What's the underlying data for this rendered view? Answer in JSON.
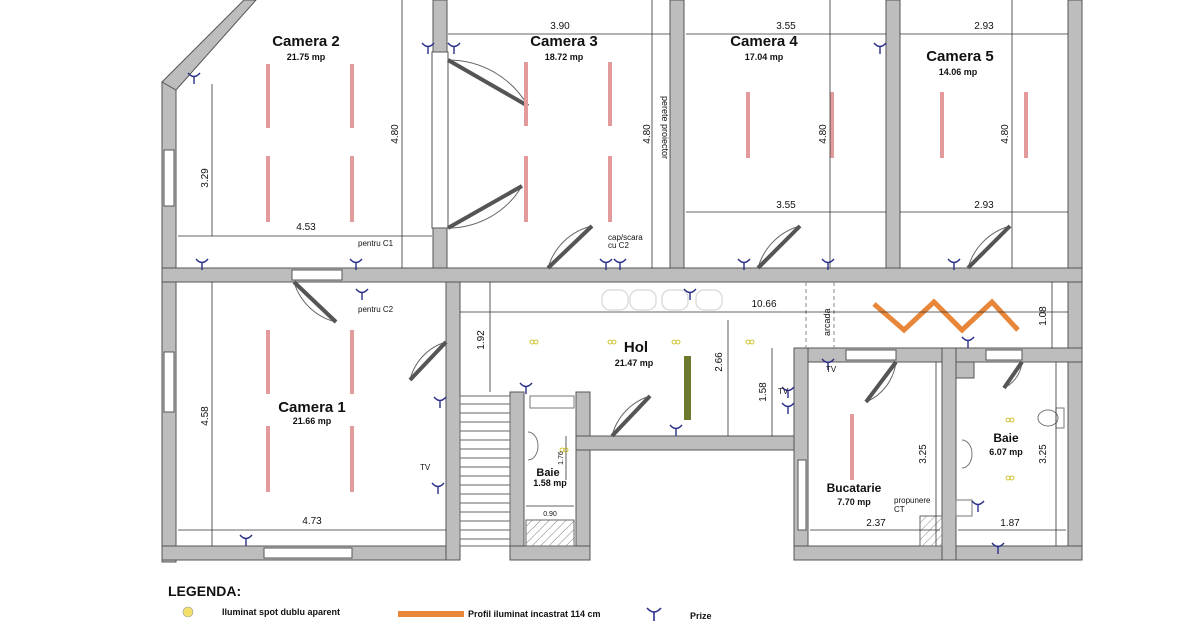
{
  "rooms": {
    "camera1": {
      "name": "Camera 1",
      "area": "21.66 mp"
    },
    "camera2": {
      "name": "Camera 2",
      "area": "21.75 mp"
    },
    "camera3": {
      "name": "Camera 3",
      "area": "18.72 mp"
    },
    "camera4": {
      "name": "Camera 4",
      "area": "17.04 mp"
    },
    "camera5": {
      "name": "Camera 5",
      "area": "14.06 mp"
    },
    "hol": {
      "name": "Hol",
      "area": "21.47 mp"
    },
    "baie_mica": {
      "name": "Baie",
      "area": "1.58 mp"
    },
    "bucatarie": {
      "name": "Bucatarie",
      "area": "7.70 mp"
    },
    "baie_mare": {
      "name": "Baie",
      "area": "6.07 mp"
    }
  },
  "dimensions": {
    "c3_width": "3.90",
    "c4_width_top": "3.55",
    "c5_width_top": "2.93",
    "c2_height": "4.80",
    "c3_height": "4.80",
    "c4_height": "4.80",
    "c5_height": "4.80",
    "c2_left": "3.29",
    "c2_width": "4.53",
    "c4_width_bottom": "3.55",
    "c5_width_bottom": "2.93",
    "hol_width": "10.66",
    "hol_left": "1.92",
    "hol_center": "2.66",
    "hol_right": "1.58",
    "hol_far_right": "1.08",
    "c1_height": "4.58",
    "c1_width": "4.73",
    "baie_mica_h": "1.76",
    "baie_mica_w": "0.90",
    "bucatarie_h": "3.25",
    "bucatarie_w": "2.37",
    "baie_mare_h": "3.25",
    "baie_mare_w": "1.87"
  },
  "notes": {
    "pentru_c1": "pentru C1",
    "pentru_c2": "pentru C2",
    "cap_scara": "cap/scara",
    "cu_c2": "cu C2",
    "perete_proiector": "perete proiector",
    "arcada": "arcada",
    "propunere": "propunere",
    "ct": "CT",
    "tv": "TV"
  },
  "legend": {
    "title": "LEGENDA:",
    "spot": "Iluminat spot dublu aparent",
    "profil": "Profil iluminat incastrat 114 cm",
    "prize": "Prize"
  },
  "colors": {
    "wall": "#bdbdbd",
    "wall_stroke": "#555555",
    "light_bar": "#e29a9a",
    "profile": "#e8863a",
    "socket": "#2a2f8a",
    "spot": "#f2e06a",
    "green_bar": "#6b7a2c"
  },
  "icons": {
    "socket": "socket-icon",
    "spot": "spot-light-icon",
    "profile": "profile-light-icon"
  }
}
